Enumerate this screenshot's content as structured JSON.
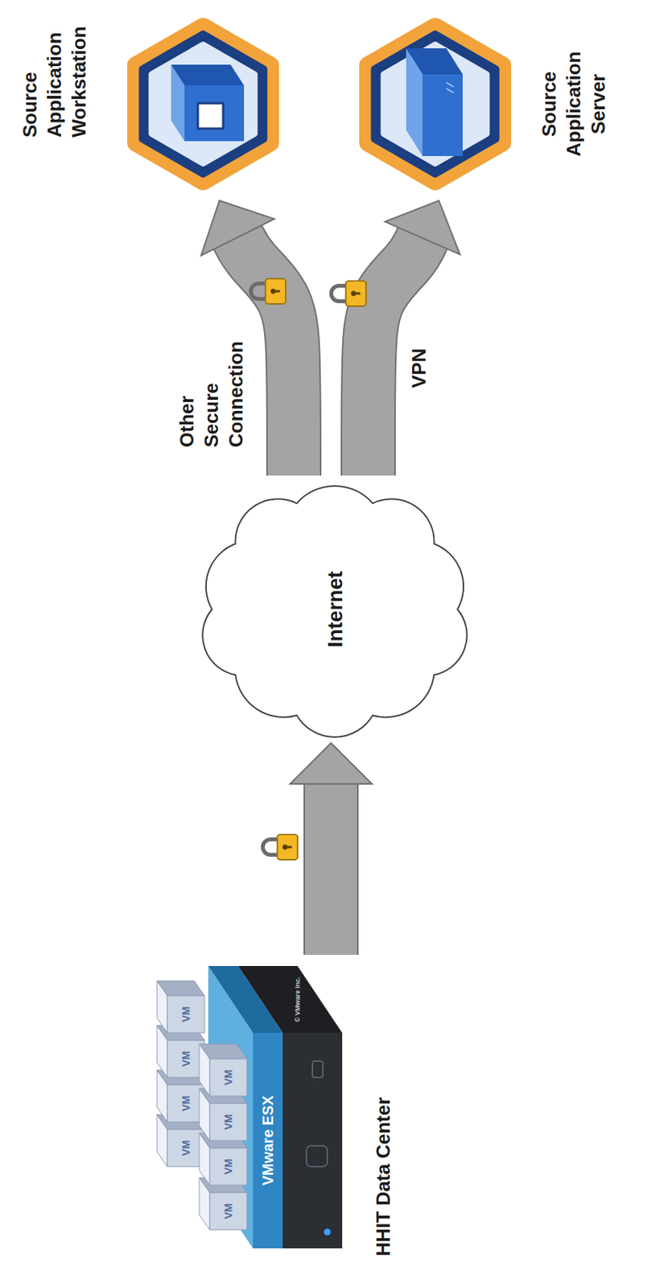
{
  "diagram": {
    "nodes": [
      {
        "text": [
          "HHIT Data Center"
        ]
      },
      {
        "text": [
          "Internet"
        ]
      },
      {
        "text": [
          "Source Application Workstation"
        ]
      },
      {
        "text": [
          "Source Application Server"
        ]
      }
    ],
    "edges": [
      {
        "from": 0,
        "to": 1,
        "arrow": "to"
      },
      {
        "from": 1,
        "to": 2,
        "arrow": "to",
        "label": "Other Secure Connection"
      },
      {
        "from": 1,
        "to": 3,
        "arrow": "to",
        "label": "VPN"
      }
    ],
    "labels": [
      "VMware ESX",
      "VM",
      "VM",
      "VM",
      "VM",
      "VM",
      "VM",
      "VM",
      "VM",
      "© VMware Inc."
    ]
  }
}
